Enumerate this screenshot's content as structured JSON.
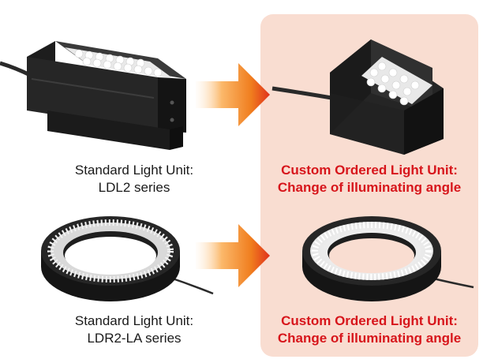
{
  "rows": [
    {
      "standard": {
        "line1": "Standard Light Unit:",
        "line2": "LDL2 series"
      },
      "custom": {
        "line1": "Custom Ordered Light Unit:",
        "line2": "Change of illuminating angle"
      }
    },
    {
      "standard": {
        "line1": "Standard Light Unit:",
        "line2": "LDR2-LA series"
      },
      "custom": {
        "line1": "Custom Ordered Light Unit:",
        "line2": "Change of illuminating angle"
      }
    }
  ],
  "colors": {
    "panel": "#f9ddd1",
    "custom_text": "#d7151b",
    "arrow_start": "#fbd7a8",
    "arrow_end": "#e8381c"
  }
}
